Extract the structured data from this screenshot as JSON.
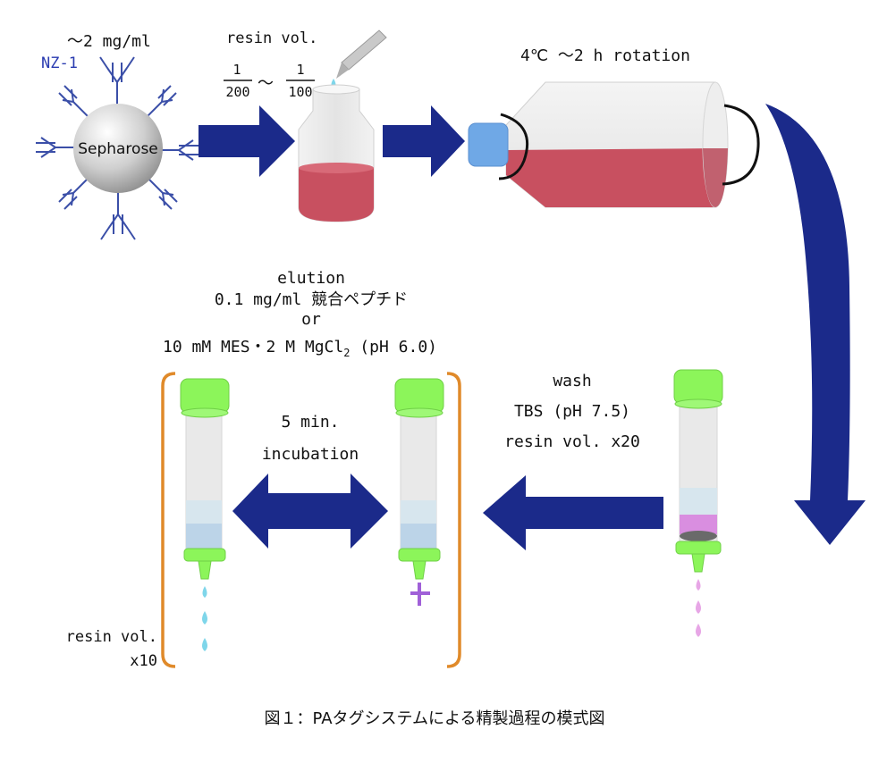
{
  "labels": {
    "nz_concentration": "～2 mg/ml",
    "nz_name": "NZ-1",
    "sepharose": "Sepharose",
    "resin_vol_title": "resin vol.",
    "frac1_num": "1",
    "frac1_den": "200",
    "frac_tilde": "～",
    "frac2_num": "1",
    "frac2_den": "100",
    "rotation": "4℃ ～2 h rotation",
    "elution_title": "elution",
    "elution_line2": "0.1 mg/ml 競合ペプチド",
    "elution_or": "or",
    "elution_line4_main": "10 mM MES・2 M MgCl",
    "elution_line4_sub": "2",
    "elution_line4_tail": " (pH 6.0)",
    "incubation_line1": "5 min.",
    "incubation_line2": "incubation",
    "wash_title": "wash",
    "wash_buffer": "TBS (pH 7.5)",
    "wash_volume": "resin vol. x20",
    "elute_volume_line1": "resin vol.",
    "elute_volume_line2": "x10",
    "caption": "図１：PAタグシステムによる精製過程の模式図"
  },
  "colors": {
    "arrow_blue": "#1b2a8a",
    "sample_red": "#c85060",
    "cap_green": "#8cf55a",
    "bracket_orange": "#e08a2a",
    "drop_cyan": "#7fd6ea",
    "drop_pink": "#e7a6e6",
    "antibody_blue": "#3b4fa8"
  }
}
